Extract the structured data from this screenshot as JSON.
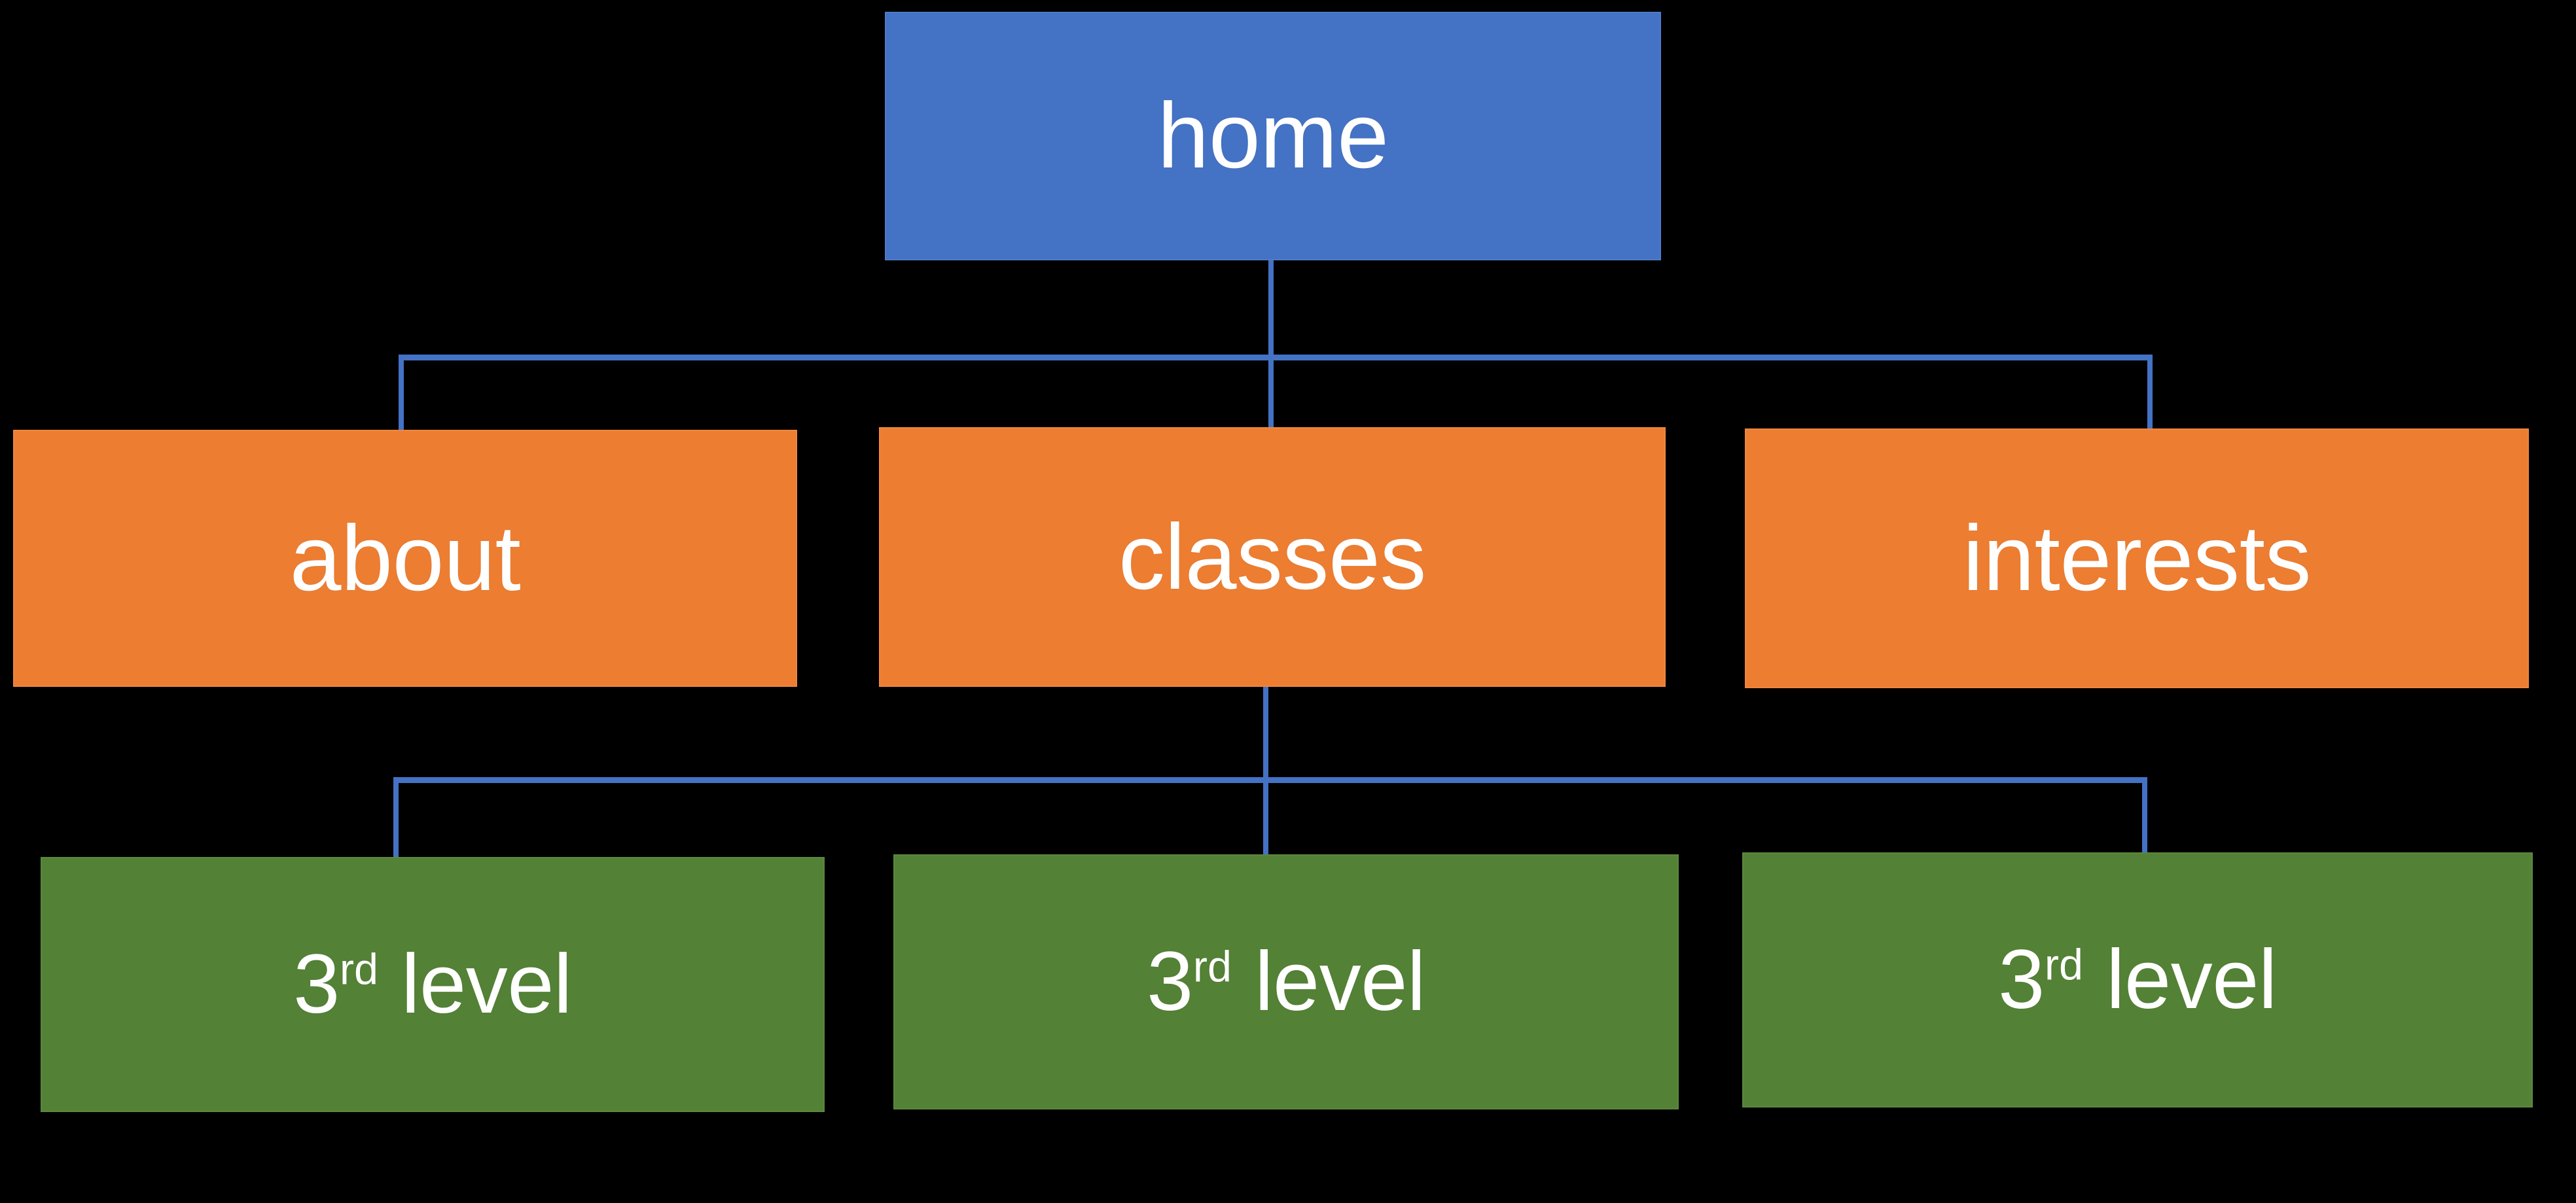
{
  "diagram": {
    "title_node": "home",
    "background_color": "#000000",
    "connector_color": "#4472C4",
    "levels": [
      {
        "name": "level-1",
        "color": "#4472C4",
        "nodes": [
          {
            "id": "home",
            "label": "home",
            "label_prefix": "",
            "label_sup": ""
          }
        ]
      },
      {
        "name": "level-2",
        "color": "#ED7D31",
        "nodes": [
          {
            "id": "about",
            "label": "about",
            "label_prefix": "",
            "label_sup": ""
          },
          {
            "id": "classes",
            "label": "classes",
            "label_prefix": "",
            "label_sup": ""
          },
          {
            "id": "interests",
            "label": "interests",
            "label_prefix": "",
            "label_sup": ""
          }
        ]
      },
      {
        "name": "level-3",
        "color": "#538135",
        "nodes": [
          {
            "id": "third-left",
            "label": "3rd level",
            "label_prefix": "3",
            "label_sup": "rd",
            "label_suffix": " level"
          },
          {
            "id": "third-center",
            "label": "3rd level",
            "label_prefix": "3",
            "label_sup": "rd",
            "label_suffix": " level"
          },
          {
            "id": "third-right",
            "label": "3rd level",
            "label_prefix": "3",
            "label_sup": "rd",
            "label_suffix": " level"
          }
        ]
      }
    ]
  }
}
